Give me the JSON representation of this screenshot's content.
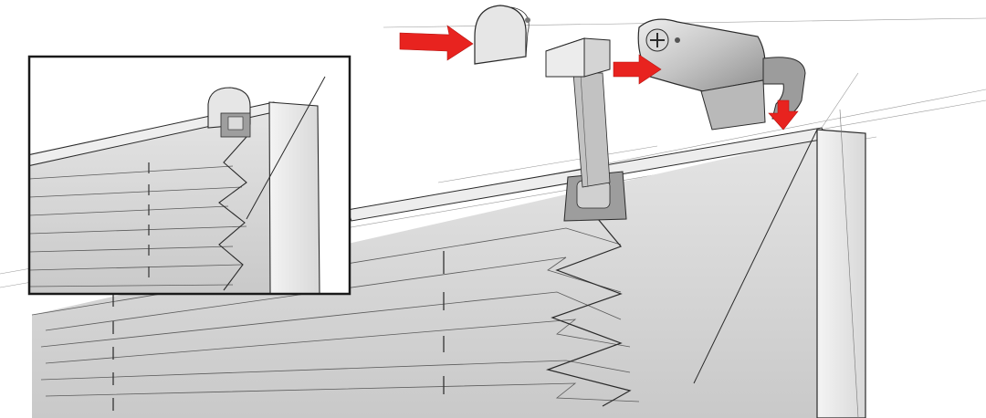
{
  "illustration": {
    "subject": "pleated-blind-mounting-detail",
    "arrow_color": "#e8231f",
    "fabric_color": "#d6d6d6",
    "fabric_shadow_color": "#bdbdbd",
    "frame_color": "#e9e9e9",
    "line_color": "#2a2a2a",
    "parts": [
      {
        "id": "end-cap",
        "icon": "end-cap-icon"
      },
      {
        "id": "mounting-clip",
        "icon": "clip-icon"
      },
      {
        "id": "headrail-bracket",
        "icon": "bracket-icon"
      },
      {
        "id": "fabric-guide",
        "icon": "guide-icon"
      }
    ],
    "arrows": [
      {
        "id": "arrow-to-end-cap",
        "direction": "right"
      },
      {
        "id": "arrow-into-bracket",
        "direction": "right"
      },
      {
        "id": "arrow-down-to-frame",
        "direction": "down"
      }
    ],
    "inset": {
      "shows": "assembled-headrail-closeup"
    }
  }
}
